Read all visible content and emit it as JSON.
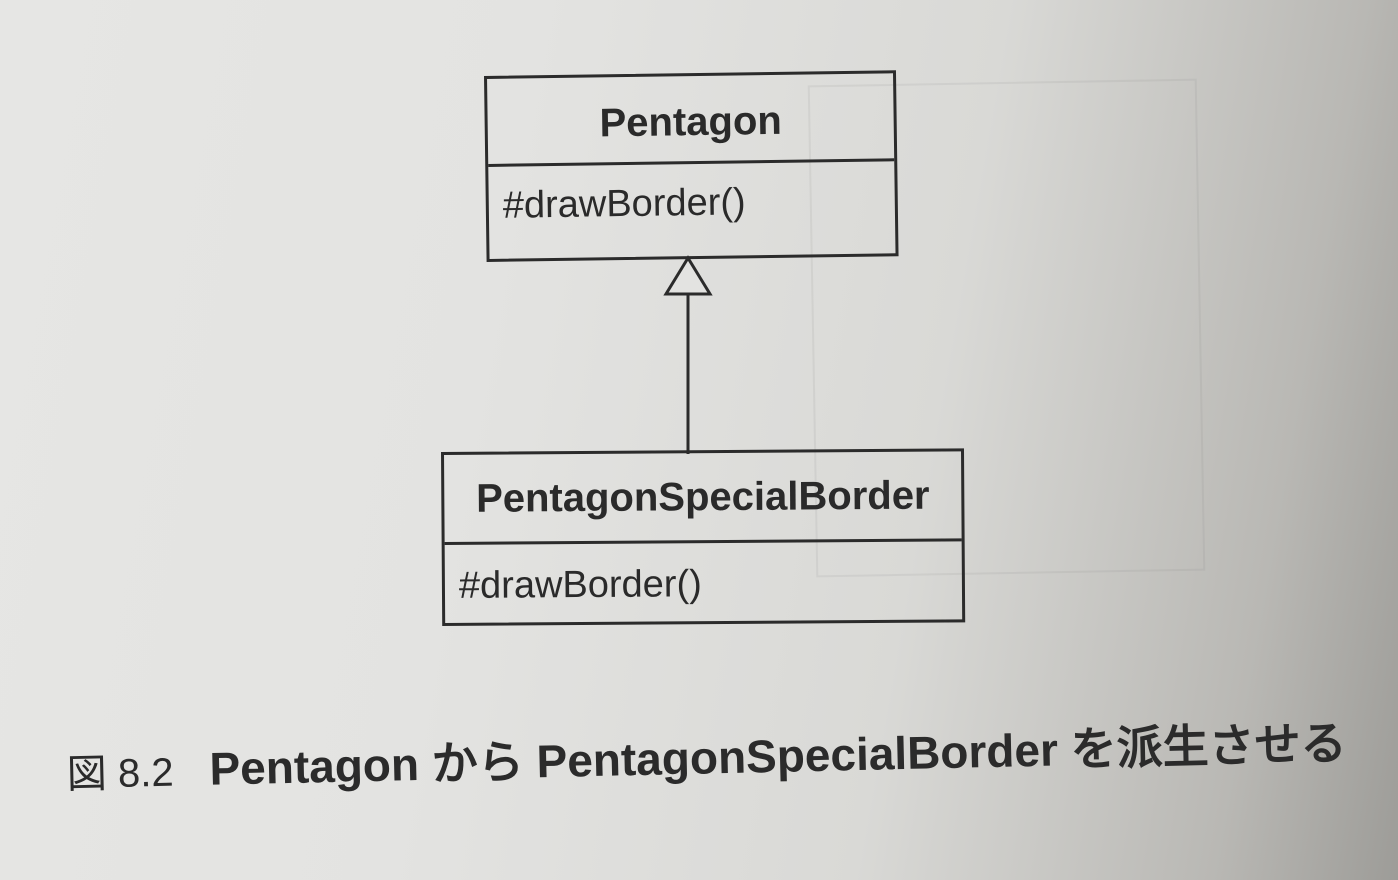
{
  "diagram": {
    "classes": [
      {
        "name": "Pentagon",
        "operations": [
          "#drawBorder()"
        ]
      },
      {
        "name": "PentagonSpecialBorder",
        "operations": [
          "#drawBorder()"
        ]
      }
    ],
    "relationships": [
      {
        "type": "inheritance",
        "from": "PentagonSpecialBorder",
        "to": "Pentagon"
      }
    ]
  },
  "caption": {
    "number": "図 8.2",
    "text": "Pentagon から PentagonSpecialBorder を派生させる"
  },
  "colors": {
    "ink": "#2b2b2b",
    "paper": "#e3e3e1"
  }
}
